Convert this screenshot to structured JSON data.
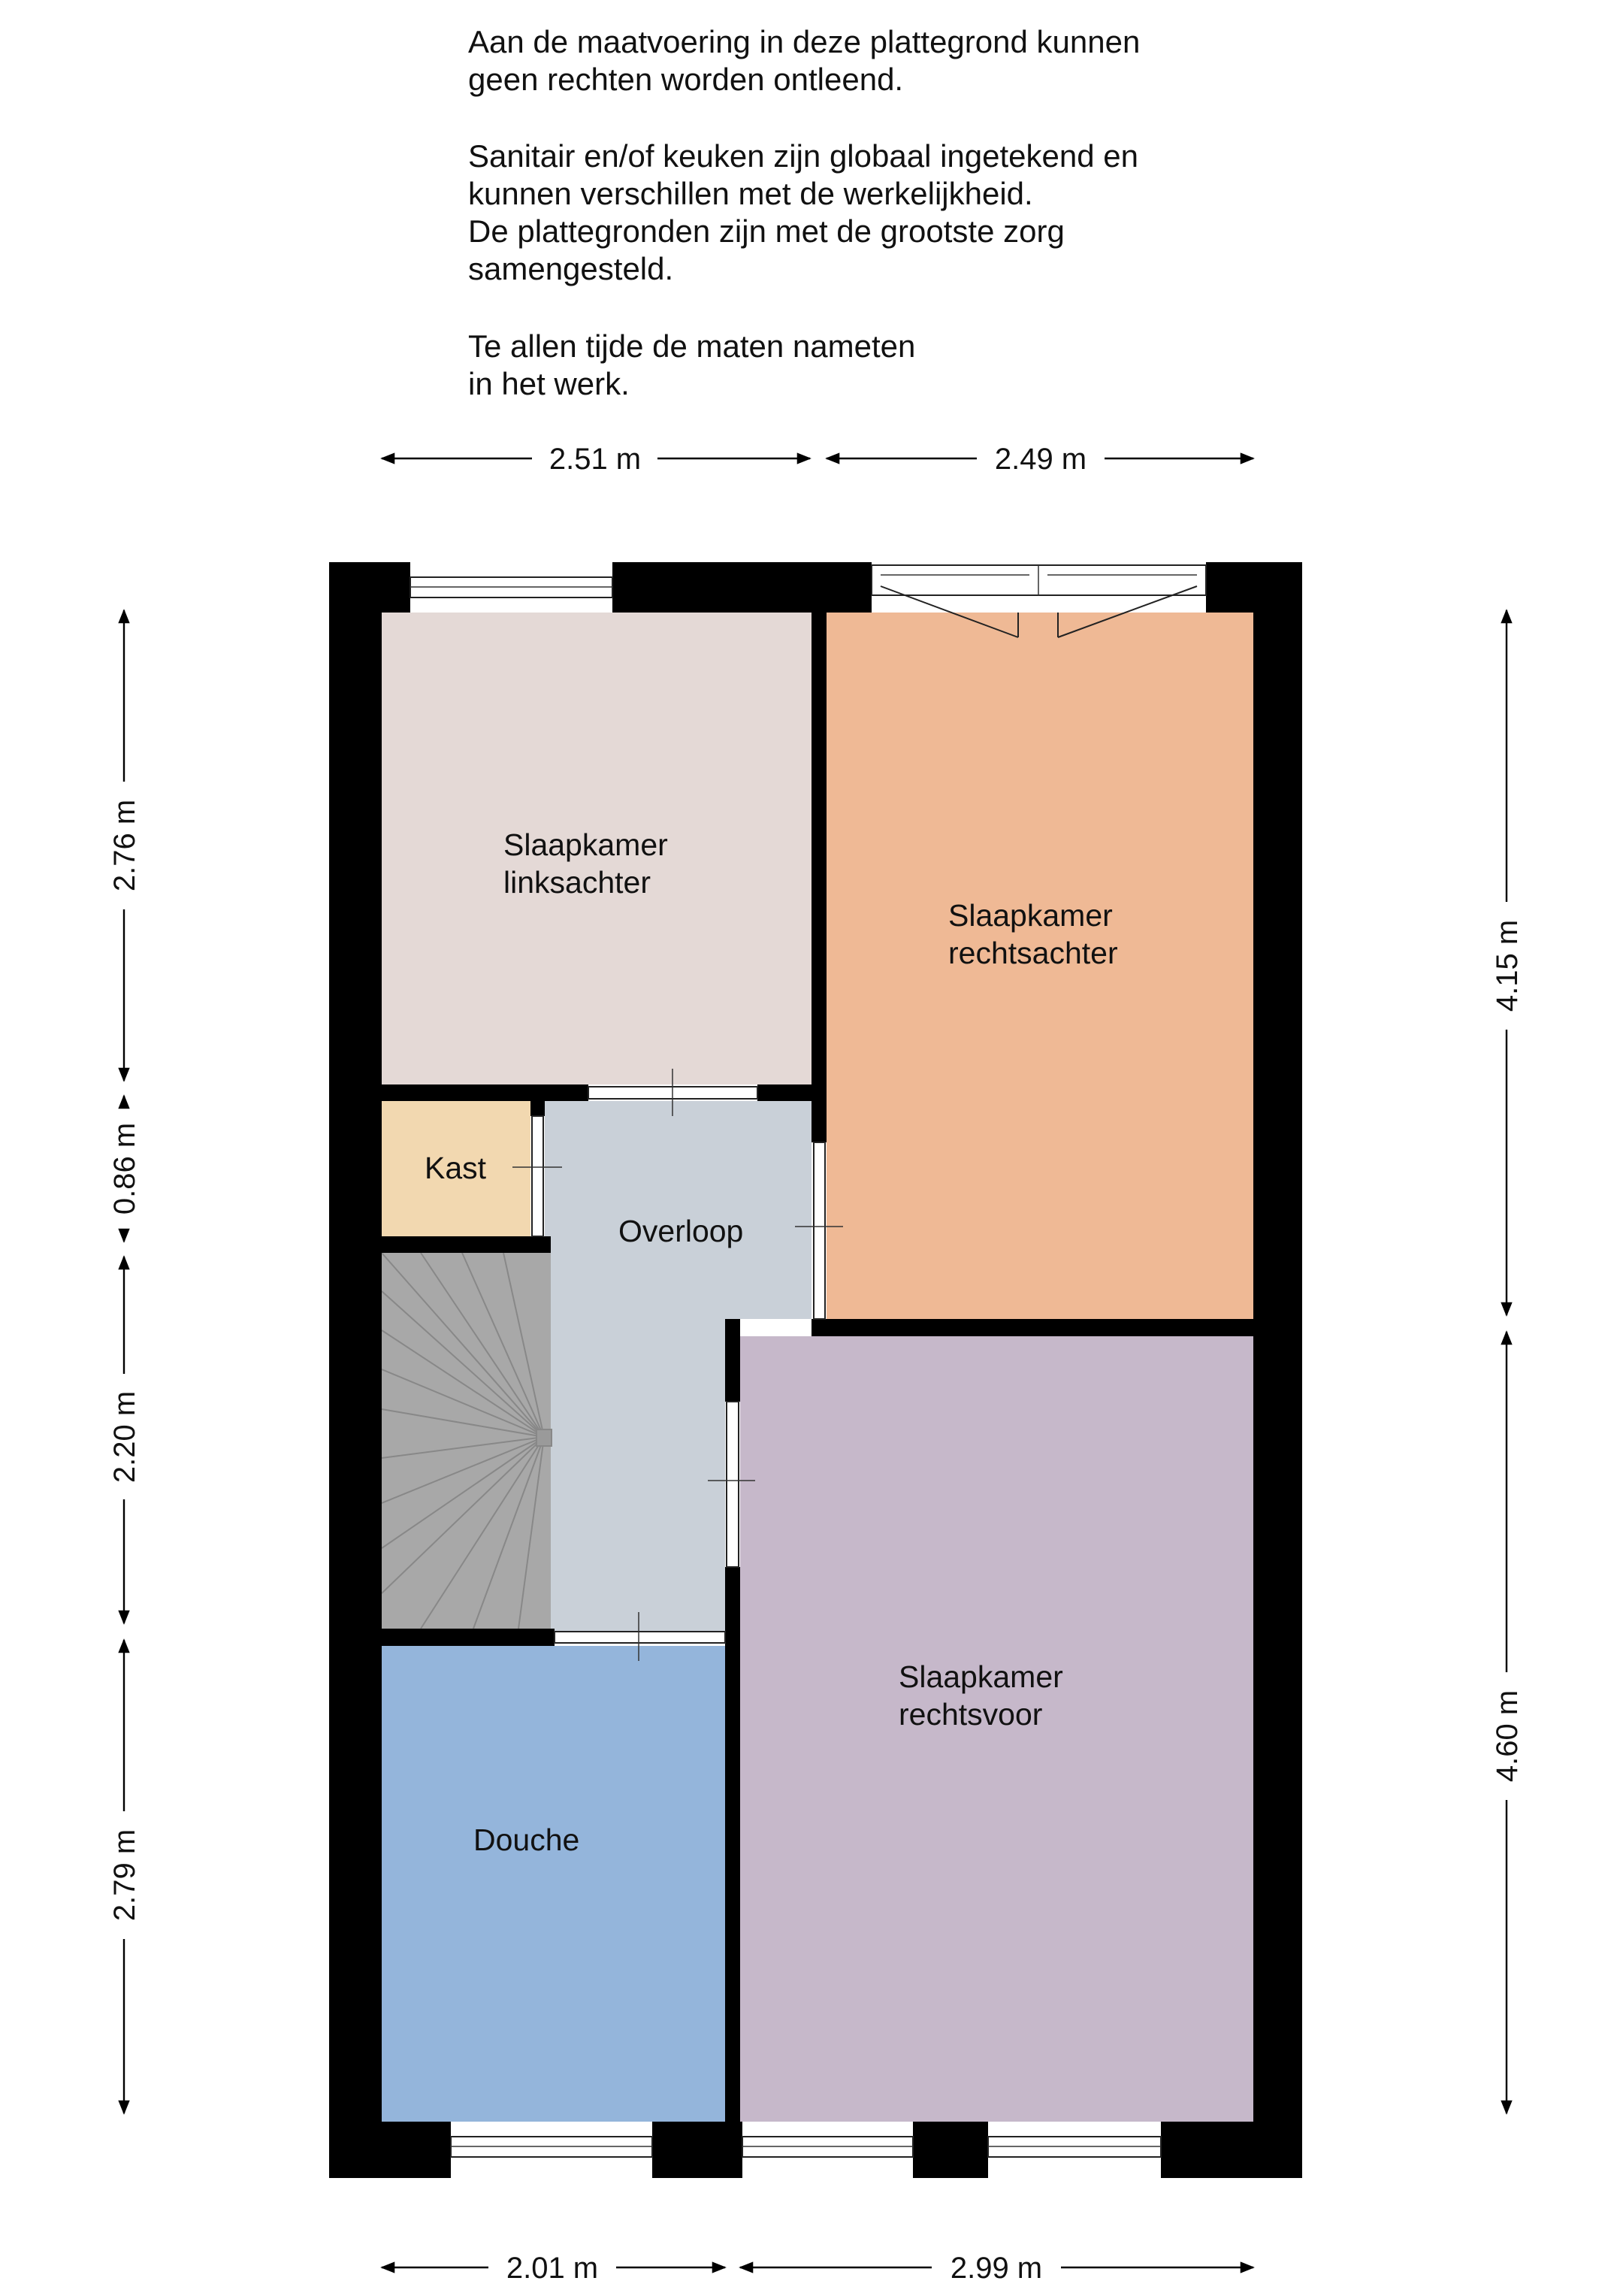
{
  "notes": {
    "line1": "Aan de maatvoering in deze  plattegrond kunnen",
    "line2": "geen rechten worden ontleend.",
    "line3": "Sanitair en/of keuken zijn globaal ingetekend en",
    "line4": "kunnen verschillen met de werkelijkheid.",
    "line5": "De plattegronden zijn met de grootste zorg",
    "line6": "samengesteld.",
    "line7": "Te allen tijde de maten nameten",
    "line8": "in het werk."
  },
  "rooms": {
    "slaapkamer_linksachter": {
      "line1": "Slaapkamer",
      "line2": "linksachter",
      "color": "#E4D9D6"
    },
    "slaapkamer_rechtsachter": {
      "line1": "Slaapkamer",
      "line2": "rechtsachter",
      "color": "#EFB995"
    },
    "kast": {
      "label": "Kast",
      "color": "#F2D8B0"
    },
    "overloop": {
      "label": "Overloop",
      "color": "#C9D0D8"
    },
    "trap": {
      "color": "#A8A8A8"
    },
    "slaapkamer_rechtsvoor": {
      "line1": "Slaapkamer",
      "line2": "rechtsvoor",
      "color": "#C6B8CA"
    },
    "douche": {
      "label": "Douche",
      "color": "#94B5DB"
    }
  },
  "dimensions": {
    "top_left": "2.51 m",
    "top_right": "2.49 m",
    "bottom_left": "2.01 m",
    "bottom_right": "2.99 m",
    "left_1": "2.76 m",
    "left_2": "0.86 m",
    "left_3": "2.20 m",
    "left_4": "2.79 m",
    "right_1": "4.15 m",
    "right_2": "4.60 m"
  }
}
